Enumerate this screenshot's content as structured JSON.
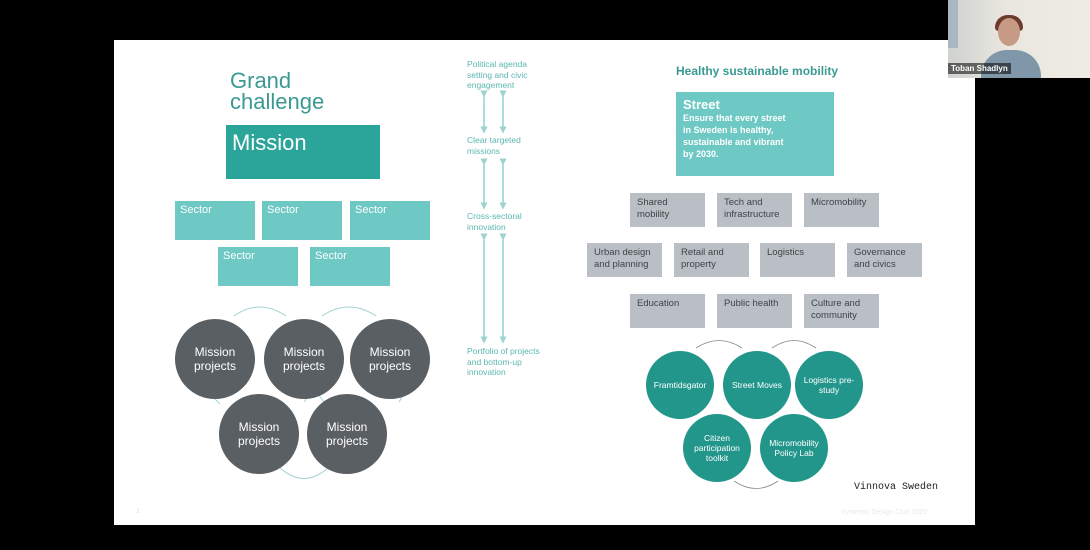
{
  "participant": {
    "name": "Toban Shadlyn"
  },
  "slide": {
    "left": {
      "title_line1": "Grand",
      "title_line2": "challenge",
      "mission": "Mission",
      "sectors": [
        "Sector",
        "Sector",
        "Sector",
        "Sector",
        "Sector"
      ],
      "projects": [
        {
          "line1": "Mission",
          "line2": "projects"
        },
        {
          "line1": "Mission",
          "line2": "projects"
        },
        {
          "line1": "Mission",
          "line2": "projects"
        },
        {
          "line1": "Mission",
          "line2": "projects"
        },
        {
          "line1": "Mission",
          "line2": "projects"
        }
      ]
    },
    "middle": {
      "levels": [
        "Political agenda setting and civic engagement",
        "Clear targeted missions",
        "Cross-sectoral innovation",
        "Portfolio of projects and bottom-up innovation"
      ]
    },
    "right": {
      "title": "Healthy sustainable mobility",
      "street_heading": "Street",
      "street_text": "Ensure that every street in Sweden is healthy, sustainable and vibrant by 2030.",
      "sectors": [
        "Shared mobility",
        "Tech and infrastructure",
        "Micromobility",
        "Urban design and planning",
        "Retail and property",
        "Logistics",
        "Governance and civics",
        "Education",
        "Public health",
        "Culture and community"
      ],
      "projects": [
        "Framtidsgator",
        "Street Moves",
        "Logistics pre-study",
        "Citizen participation toolkit",
        "Micromobility Policy Lab"
      ]
    },
    "signature": "Vinnova Sweden",
    "footer": "Systemic Design Club 2020",
    "page_number": "1"
  },
  "colors": {
    "teal_dark": "#2ba49a",
    "teal_light": "#6ec8c4",
    "teal_circle": "#23968c",
    "gray_circle": "#5a5f63",
    "gray_box": "#b9bfc5"
  }
}
